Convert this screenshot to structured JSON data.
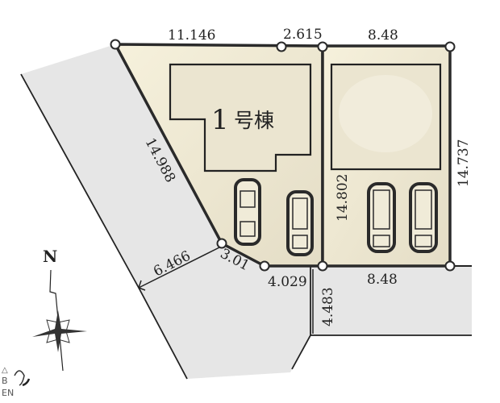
{
  "plan": {
    "lots": [
      {
        "id": "lot-1",
        "label_num": "1",
        "label_suffix": "号棟",
        "parking_spaces": 2
      },
      {
        "id": "lot-2",
        "label_num": "",
        "label_suffix": "",
        "parking_spaces": 2
      }
    ],
    "dimensions": {
      "top_lot1_long": "11.146",
      "top_lot1_short": "2.615",
      "top_lot2": "8.48",
      "left_diagonal": "14.988",
      "lot2_left": "14.802",
      "lot2_right": "14.737",
      "bottom_lot2": "8.48",
      "bottom_lot1": "4.029",
      "corner_cut": "3.01",
      "road_width_diag": "6.466",
      "road_width_vert": "4.483"
    },
    "compass": {
      "north_label": "N"
    },
    "logo": {
      "text_top": "ABEN"
    },
    "colors": {
      "lot_fill": "#ece6d2",
      "lot_fill_light": "#f5f1e2",
      "house_fill": "#ebe5d0",
      "road_fill": "#e6e6e6",
      "line": "#2a2a2a"
    }
  }
}
